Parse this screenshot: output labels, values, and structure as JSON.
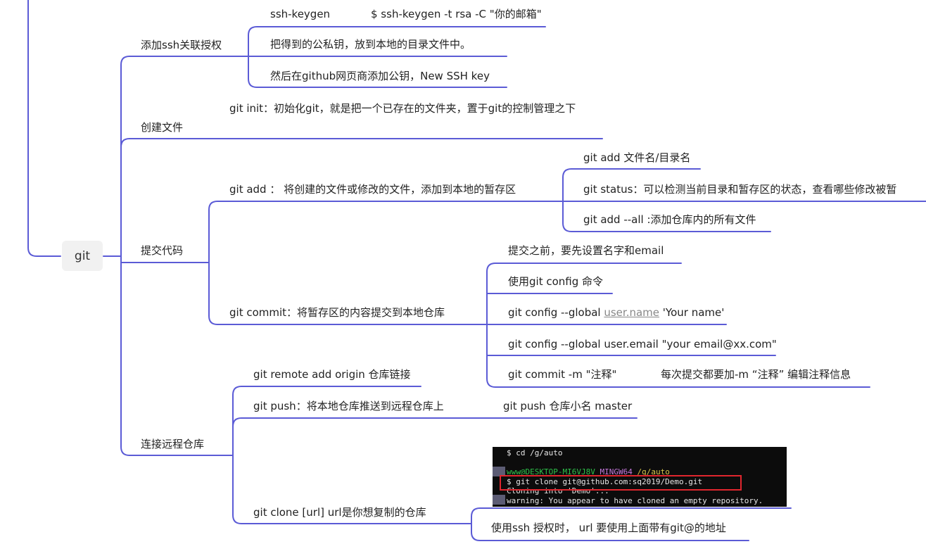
{
  "root": {
    "label": "git"
  },
  "branches": {
    "ssh": "添加ssh关联授权",
    "create": "创建文件",
    "commit": "提交代码",
    "remote": "连接远程仓库"
  },
  "ssh_items": {
    "keygen_label": "ssh-keygen",
    "keygen_cmd": "$ ssh-keygen -t rsa -C \"你的邮箱\"",
    "put_key": "把得到的公私钥，放到本地的目录文件中。",
    "github_key": "然后在github网页商添加公钥，New SSH key"
  },
  "create_items": {
    "init": "git init：初始化git，就是把一个已存在的文件夹，置于git的控制管理之下"
  },
  "add": {
    "label": "git add ： 将创建的文件或修改的文件，添加到本地的暂存区",
    "sub1": "git add 文件名/目录名",
    "sub2": "git status：可以检测当前目录和暂存区的状态，查看哪些修改被暂",
    "sub3": "git add --all :添加仓库内的所有文件"
  },
  "commit": {
    "label": "git  commit：将暂存区的内容提交到本地仓库",
    "sub1": "提交之前，要先设置名字和email",
    "sub2": "使用git config 命令",
    "sub3_prefix": "git config --global ",
    "sub3_link": "user.name",
    "sub3_suffix": " 'Your name'",
    "sub4": "git config --global user.email \"your email@xx.com\"",
    "sub5_cmd": "git commit -m \"注释\"",
    "sub5_desc": "每次提交都要加-m “注释” 编辑注释信息"
  },
  "remote_items": {
    "add_origin": "git remote add origin  仓库链接",
    "push": "git push：将本地仓库推送到远程仓库上",
    "push_cmd": "git push 仓库小名 master",
    "clone": "git clone  [url]     url是你想复制的仓库",
    "clone_note": "使用ssh 授权时， url 要使用上面带有git@的地址"
  },
  "terminal": {
    "line1": "$ cd /g/auto",
    "prompt_user": "www@DESKTOP-MI6VJ8V",
    "prompt_host": "MINGW64",
    "prompt_path": "/g/auto",
    "line3": "$ git clone git@github.com:sq2019/Demo.git",
    "line4": "Cloning into 'Demo'...",
    "line5": "warning: You appear to have cloned an empty repository."
  },
  "colors": {
    "edge": "#5b5bd6",
    "highlight": "#e0262e"
  }
}
